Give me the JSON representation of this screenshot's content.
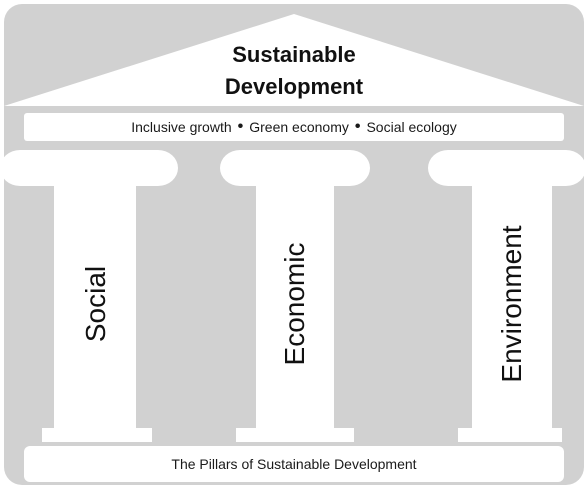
{
  "title_line1": "Sustainable",
  "title_line2": "Development",
  "banner": {
    "items": [
      "Inclusive growth",
      "Green economy",
      "Social ecology"
    ],
    "separator": "•"
  },
  "pillars": [
    {
      "label": "Social"
    },
    {
      "label": "Economic"
    },
    {
      "label": "Environment"
    }
  ],
  "footer": "The Pillars of Sustainable Development",
  "colors": {
    "background": "#d1d1d1",
    "shapes": "#ffffff",
    "text": "#111111"
  }
}
